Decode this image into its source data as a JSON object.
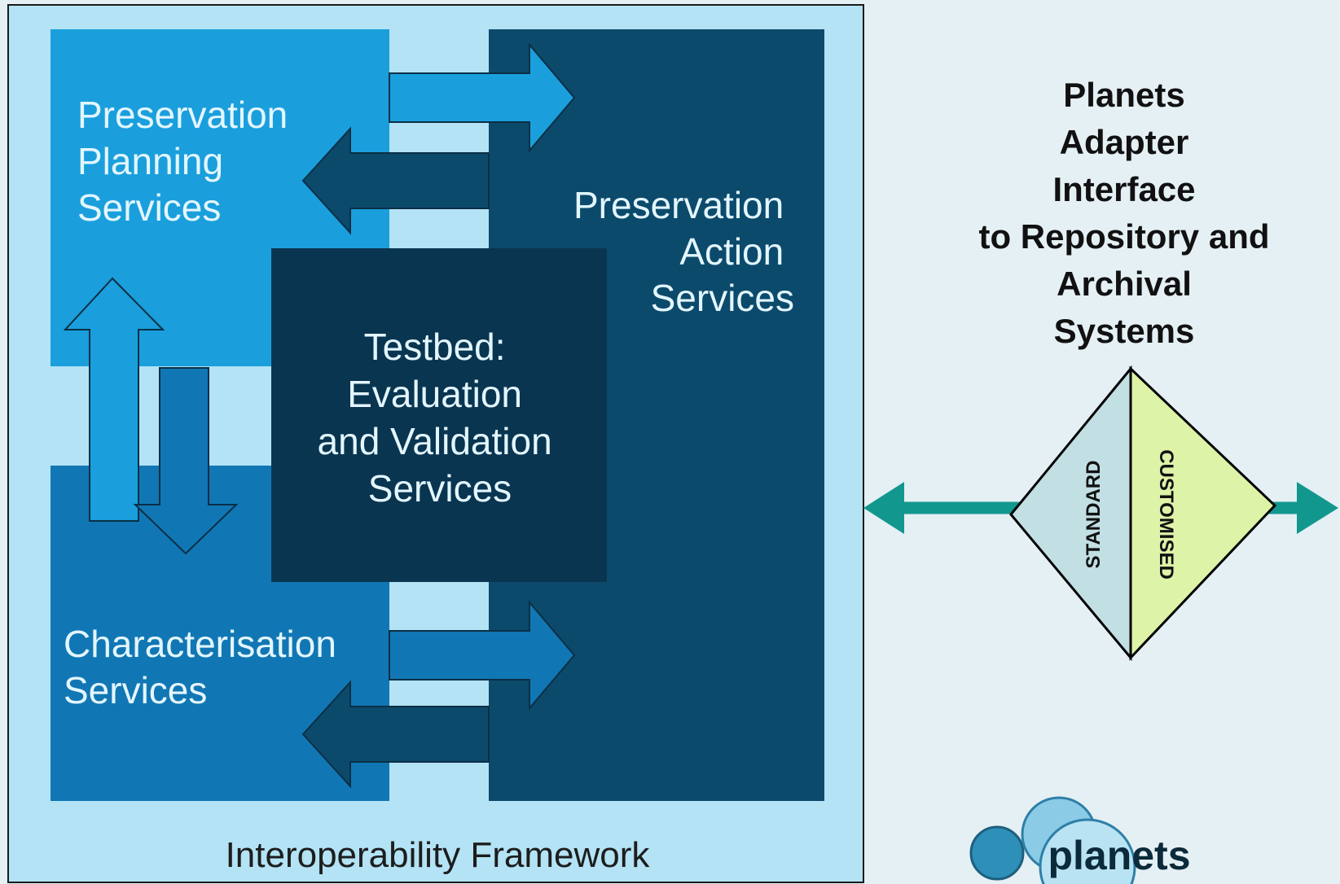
{
  "framework": {
    "planning_lines": [
      "Preservation",
      "Planning",
      "Services"
    ],
    "action_lines": [
      "Preservation",
      "Action",
      "Services"
    ],
    "testbed_lines": [
      "Testbed:",
      "Evaluation",
      "and Validation",
      "Services"
    ],
    "characterisation_lines": [
      "Characterisation",
      "Services"
    ],
    "footer": "Interoperability Framework"
  },
  "adapter": {
    "title_lines": [
      "Planets",
      "Adapter",
      "Interface",
      "to Repository and",
      "Archival",
      "Systems"
    ],
    "standard_label": "STANDARD",
    "customised_label": "CUSTOMISED"
  },
  "logo": {
    "wordmark": "planets"
  },
  "colors": {
    "frame_bg": "#b3e3f5",
    "planning": "#1a9fdc",
    "characterisation": "#1177b4",
    "action": "#0c4a6c",
    "testbed": "#0a3550",
    "connector": "#12978e",
    "standard_fill": "#c2dfe3",
    "customised_fill": "#ddf3a8"
  }
}
